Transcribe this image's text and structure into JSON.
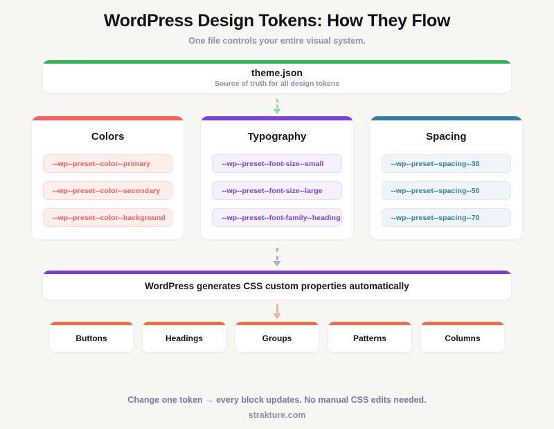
{
  "page": {
    "title": "WordPress Design Tokens: How They Flow",
    "subtitle": "One file controls your entire visual system."
  },
  "source_box": {
    "title": "theme.json",
    "subtitle": "Source of truth for all design tokens",
    "accent_color": "#2eb550"
  },
  "token_cards": [
    {
      "title": "Colors",
      "accent_color": "#f5625d",
      "token_bg": "#fdeeec",
      "token_border": "#fbdad6",
      "token_text_color": "#f4615c",
      "tokens": [
        "--wp--preset--color--primary",
        "--wp--preset--color--secondary",
        "--wp--preset--color--background"
      ]
    },
    {
      "title": "Typography",
      "accent_color": "#7b3fd8",
      "token_bg": "#f5f0fc",
      "token_border": "#e6dbf8",
      "token_text_color": "#7c44d8",
      "tokens": [
        "--wp--preset--font-size--small",
        "--wp--preset--font-size--large",
        "--wp--preset--font-family--heading"
      ]
    },
    {
      "title": "Spacing",
      "accent_color": "#2f7f9f",
      "token_bg": "#eef4f8",
      "token_border": "#dbe8ef",
      "token_text_color": "#2f7f9f",
      "tokens": [
        "--wp--preset--spacing--30",
        "--wp--preset--spacing--50",
        "--wp--preset--spacing--70"
      ]
    }
  ],
  "generator_box": {
    "label": "WordPress generates CSS custom properties automatically",
    "accent_color": "#7b3fd8"
  },
  "output_blocks": [
    {
      "label": "Buttons"
    },
    {
      "label": "Headings"
    },
    {
      "label": "Groups"
    },
    {
      "label": "Patterns"
    },
    {
      "label": "Columns"
    }
  ],
  "footer": {
    "message": "Change one token → every block updates. No manual CSS edits needed.",
    "site": "strakture.com"
  },
  "colors": {
    "page_background": "#f7f6f3",
    "card_background": "#ffffff",
    "heading_text": "#141418",
    "muted_text": "#8a8fb2",
    "green_accent": "#2eb550",
    "coral_accent": "#f5625d",
    "purple_accent": "#7b3fd8",
    "teal_accent": "#2f7f9f",
    "orange_accent": "#e8724a",
    "green_arrow": "#95dca6",
    "purple_arrow": "#b9a5e6",
    "orange_arrow": "#f2b197",
    "footer_text": "#757ba4",
    "site_text": "#8d92ae"
  }
}
